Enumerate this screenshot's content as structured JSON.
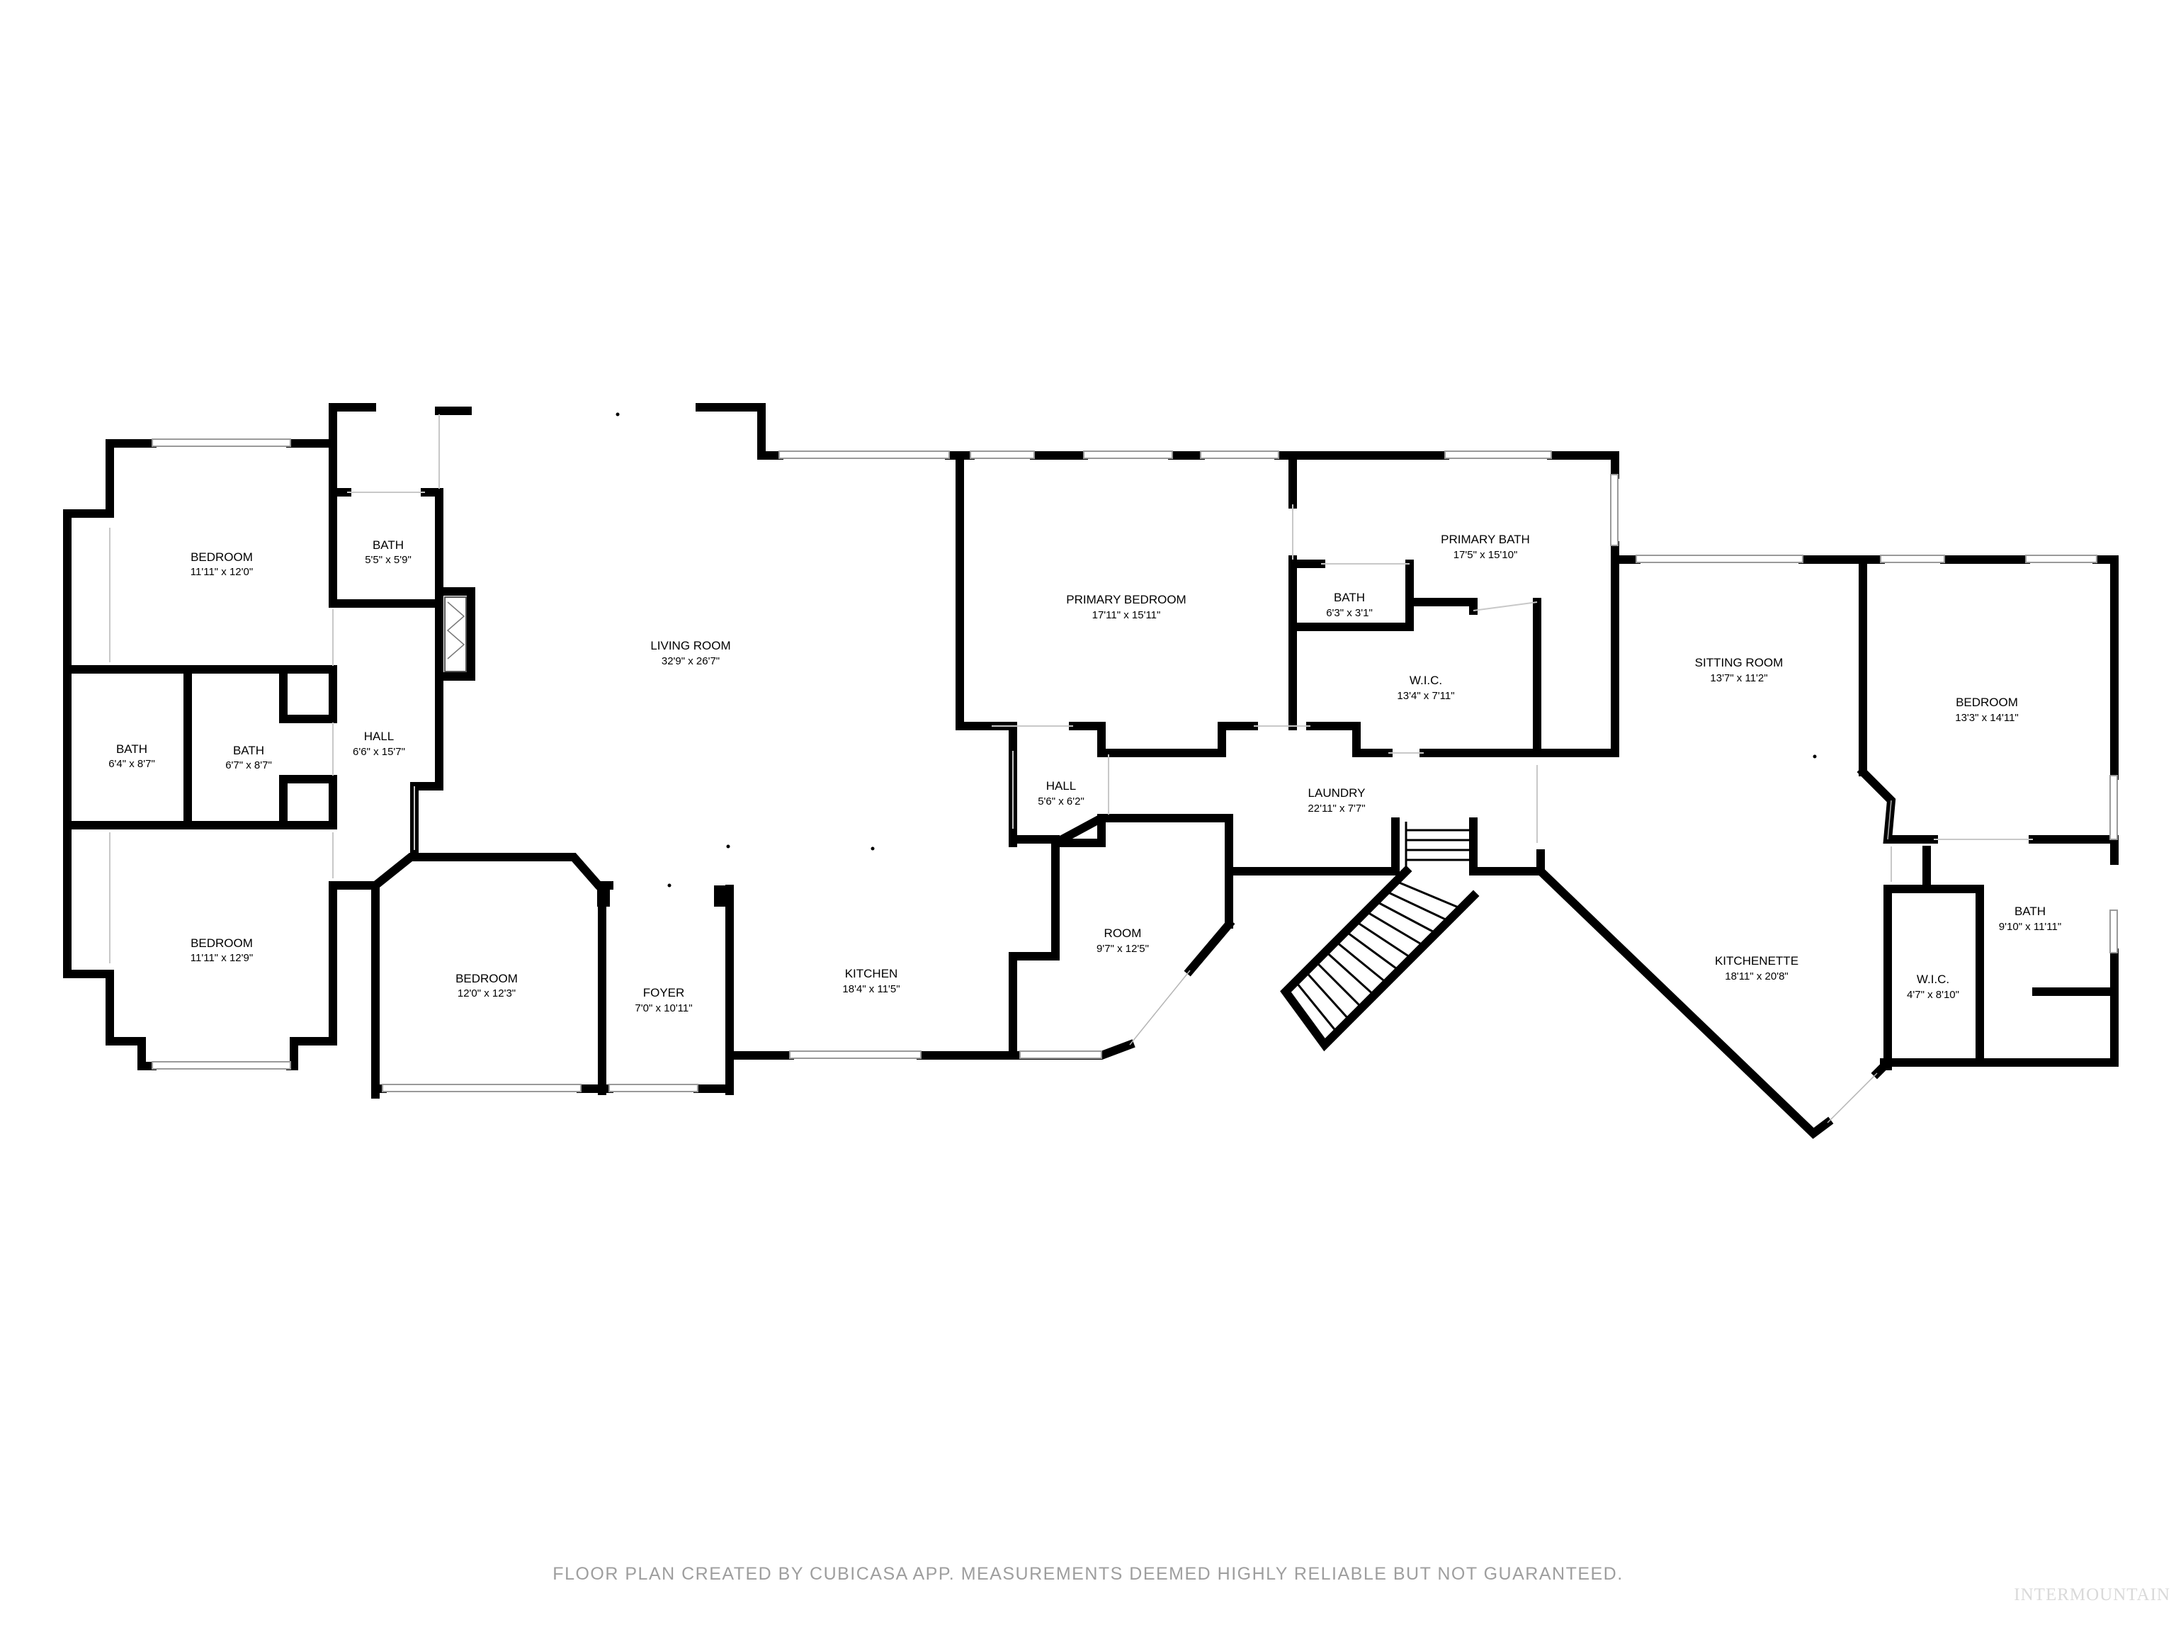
{
  "rooms": {
    "bedroom_1": {
      "name": "BEDROOM",
      "dims": "11'11\" x 12'0\""
    },
    "bath_1": {
      "name": "BATH",
      "dims": "5'5\" x 5'9\""
    },
    "bath_2": {
      "name": "BATH",
      "dims": "6'4\" x 8'7\""
    },
    "bath_3": {
      "name": "BATH",
      "dims": "6'7\" x 8'7\""
    },
    "hall_1": {
      "name": "HALL",
      "dims": "6'6\" x 15'7\""
    },
    "bedroom_2": {
      "name": "BEDROOM",
      "dims": "11'11\" x 12'9\""
    },
    "bedroom_3": {
      "name": "BEDROOM",
      "dims": "12'0\" x 12'3\""
    },
    "foyer": {
      "name": "FOYER",
      "dims": "7'0\" x 10'11\""
    },
    "living_room": {
      "name": "LIVING ROOM",
      "dims": "32'9\" x 26'7\""
    },
    "kitchen": {
      "name": "KITCHEN",
      "dims": "18'4\" x 11'5\""
    },
    "primary_bedroom": {
      "name": "PRIMARY BEDROOM",
      "dims": "17'11\" x 15'11\""
    },
    "primary_bath": {
      "name": "PRIMARY BATH",
      "dims": "17'5\" x 15'10\""
    },
    "bath_4": {
      "name": "BATH",
      "dims": "6'3\" x 3'1\""
    },
    "wic_1": {
      "name": "W.I.C.",
      "dims": "13'4\" x 7'11\""
    },
    "hall_2": {
      "name": "HALL",
      "dims": "5'6\" x 6'2\""
    },
    "laundry": {
      "name": "LAUNDRY",
      "dims": "22'11\" x 7'7\""
    },
    "room": {
      "name": "ROOM",
      "dims": "9'7\" x 12'5\""
    },
    "sitting_room": {
      "name": "SITTING ROOM",
      "dims": "13'7\" x 11'2\""
    },
    "bedroom_4": {
      "name": "BEDROOM",
      "dims": "13'3\" x 14'11\""
    },
    "kitchenette": {
      "name": "KITCHENETTE",
      "dims": "18'11\" x 20'8\""
    },
    "bath_5": {
      "name": "BATH",
      "dims": "9'10\" x 11'11\""
    },
    "wic_2": {
      "name": "W.I.C.",
      "dims": "4'7\" x 8'10\""
    }
  },
  "footer": {
    "note": "FLOOR PLAN CREATED BY CUBICASA APP. MEASUREMENTS DEEMED HIGHLY RELIABLE BUT NOT GUARANTEED."
  },
  "watermark": {
    "text": "INTERMOUNTAIN"
  },
  "colors": {
    "wall": "#000000",
    "background": "#ffffff",
    "footer_text": "#9e9e9e",
    "watermark": "#d9d9d9"
  }
}
